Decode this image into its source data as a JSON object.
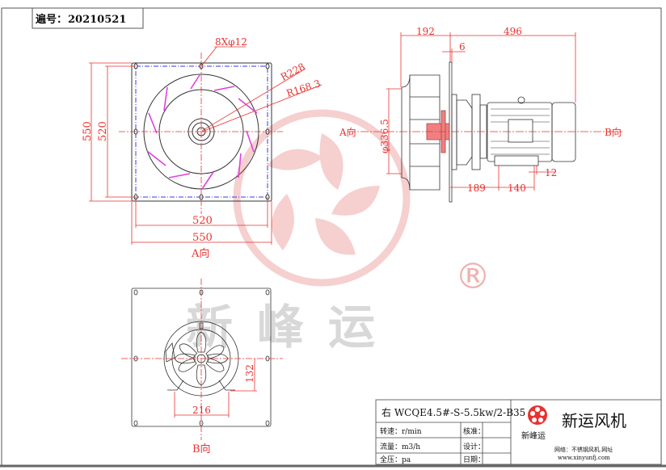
{
  "header": {
    "drawing_no_label": "遍号：",
    "drawing_no": "20210521"
  },
  "front_view": {
    "holes_label": "8Xφ12",
    "radius_outer": "R228",
    "radius_inner": "R168.3",
    "dim_height_outer": "550",
    "dim_height_inner": "520",
    "dim_width_inner": "520",
    "dim_width_outer": "550",
    "view_label": "A向"
  },
  "side_view": {
    "dim_impeller_depth": "192",
    "dim_motor_length": "496",
    "dim_plate_thickness": "6",
    "dim_diameter": "φ336.5",
    "dim_foot_offset": "189",
    "dim_foot_spacing": "140",
    "dim_foot_hole": "12",
    "label_a": "A向",
    "label_b": "B向"
  },
  "rear_view": {
    "dim_foot_width": "216",
    "dim_center_height": "132",
    "view_label": "B向"
  },
  "watermark": {
    "text": "新峰运",
    "registered": "®"
  },
  "title_block": {
    "model": "右  WCQE4.5#-S-5.5kw/2-B35",
    "rows": [
      {
        "label": "转速：r/min",
        "check": "核准："
      },
      {
        "label": "流量：m3/h",
        "check": "设计："
      },
      {
        "label": "全压：pa",
        "check": "日期："
      }
    ],
    "logo_text": "新峰运",
    "company": "新运风机",
    "website_label": "网络：不锈钢风机.网址",
    "website": "www.xinyunfj.com"
  },
  "colors": {
    "dimension": "#e8322f",
    "blade": "#e040e0",
    "bolt_line": "#3a3ae0",
    "watermark": "#f2c4c4"
  }
}
